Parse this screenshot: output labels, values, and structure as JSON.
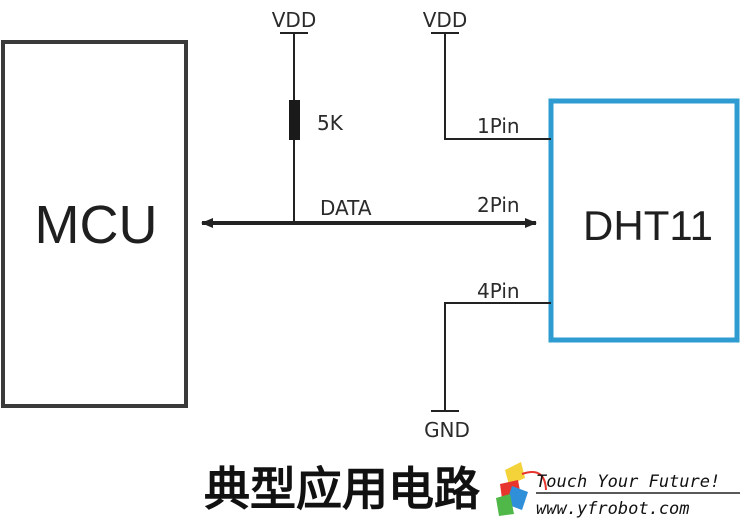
{
  "diagram": {
    "mcu_label": "MCU",
    "sensor_label": "DHT11",
    "vdd_left": "VDD",
    "vdd_right": "VDD",
    "gnd_label": "GND",
    "resistor_label": "5K",
    "data_label": "DATA",
    "pin1_label": "1Pin",
    "pin2_label": "2Pin",
    "pin4_label": "4Pin",
    "caption": "典型应用电路",
    "colors": {
      "wire": "#222222",
      "mcu_border": "#3a3a3a",
      "sensor_border": "#2e9bd1"
    }
  },
  "logo": {
    "slogan": "Touch Your Future!",
    "url": "www.yfrobot.com"
  }
}
